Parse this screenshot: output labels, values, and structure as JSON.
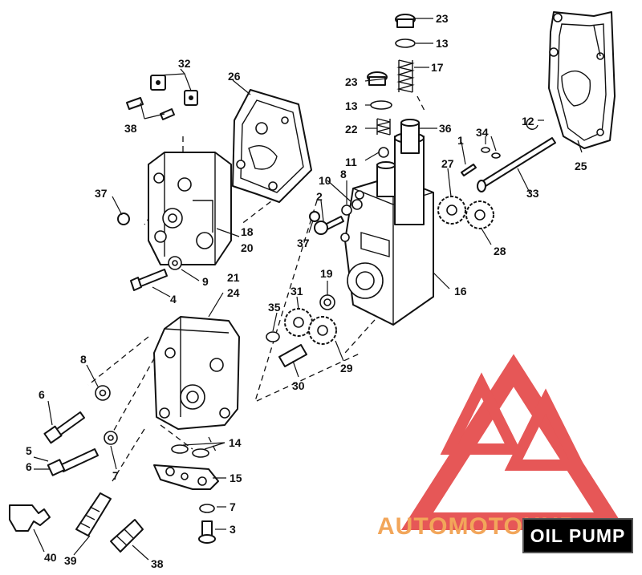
{
  "title_badge": "OIL PUMP",
  "watermark": {
    "text": "AUTOMOTOHUB",
    "color_red": "#e23a3a",
    "color_orange": "#f2a65a"
  },
  "callouts": {
    "c23a": "23",
    "c13a": "13",
    "c17": "17",
    "c23b": "23",
    "c13b": "13",
    "c22": "22",
    "c36": "36",
    "c12": "12",
    "c34": "34",
    "c1": "1",
    "c27": "27",
    "c25": "25",
    "c33": "33",
    "c11": "11",
    "c8a": "8",
    "c10": "10",
    "c2": "2",
    "c37a": "37",
    "c28": "28",
    "c16": "16",
    "c19": "19",
    "c31": "31",
    "c35": "35",
    "c29": "29",
    "c30": "30",
    "c32": "32",
    "c38a": "38",
    "c26": "26",
    "c37b": "37",
    "c18": "18",
    "c20": "20",
    "c9": "9",
    "c4": "4",
    "c21": "21",
    "c24": "24",
    "c8b": "8",
    "c6a": "6",
    "c5": "5",
    "c6b": "6",
    "c7a": "7",
    "c14": "14",
    "c15": "15",
    "c7b": "7",
    "c3": "3",
    "c40": "40",
    "c39": "39",
    "c38b": "38"
  }
}
